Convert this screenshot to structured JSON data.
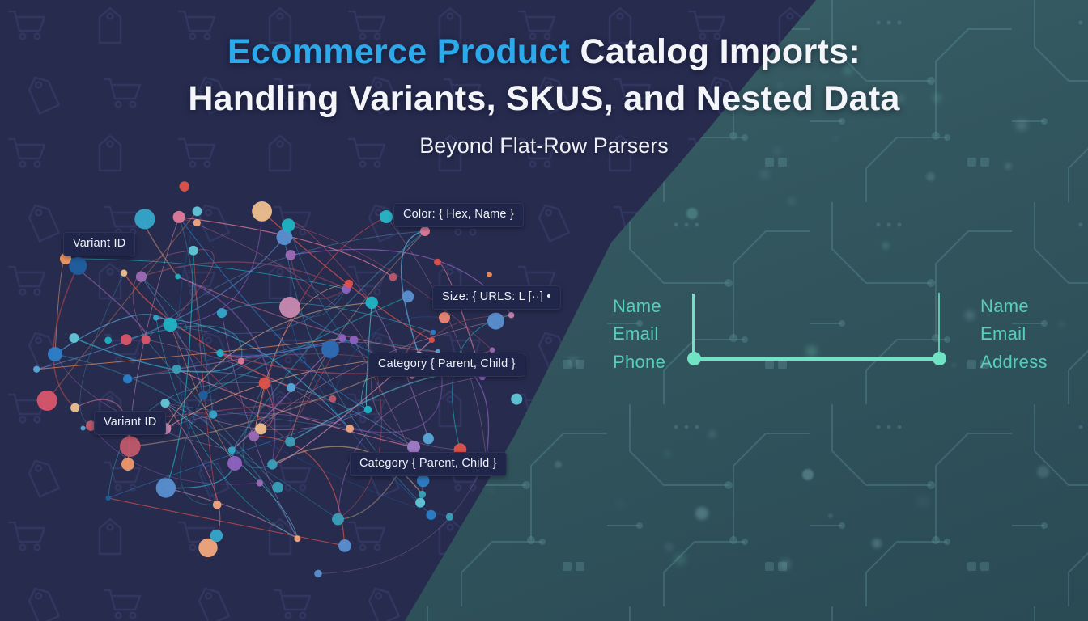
{
  "title": {
    "line1_highlight": "Ecommerce Product",
    "line1_rest": " Catalog Imports:",
    "line2": "Handling Variants, SKUS, and Nested Data",
    "subtitle": "Beyond Flat-Row Parsers"
  },
  "colors": {
    "navy_bg": "#272b4e",
    "pattern_stroke": "#3b4274",
    "teal_bg_top": "#3c656d",
    "teal_bg_mid": "#33575f",
    "teal_bg_bottom": "#2a4a54",
    "circuit_stroke": "#6fa8ae",
    "title_accent": "#2ba9ea",
    "title_white": "#f3f5f8",
    "mint_line": "#6fe3c4",
    "teal_text": "#56cfba",
    "callout_bg": "#20264a",
    "callout_text": "#edf1f6"
  },
  "network": {
    "labels": [
      {
        "id": "variant-id-1",
        "text": "Variant ID"
      },
      {
        "id": "color",
        "text": "Color: { Hex, Name }"
      },
      {
        "id": "size",
        "text": "Size: { URLS: L [··] •"
      },
      {
        "id": "category-1",
        "text": "Category { Parent, Child }"
      },
      {
        "id": "variant-id-2",
        "text": "Variant ID"
      },
      {
        "id": "category-2",
        "text": "Category { Parent, Child }"
      }
    ],
    "palette": [
      "#e0524a",
      "#ef8a5a",
      "#f2a87c",
      "#eec08e",
      "#d8566a",
      "#e07a9a",
      "#c98ab0",
      "#9b6bb5",
      "#8e62c0",
      "#2b7fc8",
      "#1d5fa0",
      "#57a8d8",
      "#35a7c9",
      "#1fb4c4",
      "#63c6d8",
      "#c0596a",
      "#5a8fd0",
      "#3aa0b8"
    ]
  },
  "mapping": {
    "left_fields": [
      "Name",
      "Email",
      "Phone"
    ],
    "right_fields": [
      "Name",
      "Email",
      "Address"
    ]
  }
}
